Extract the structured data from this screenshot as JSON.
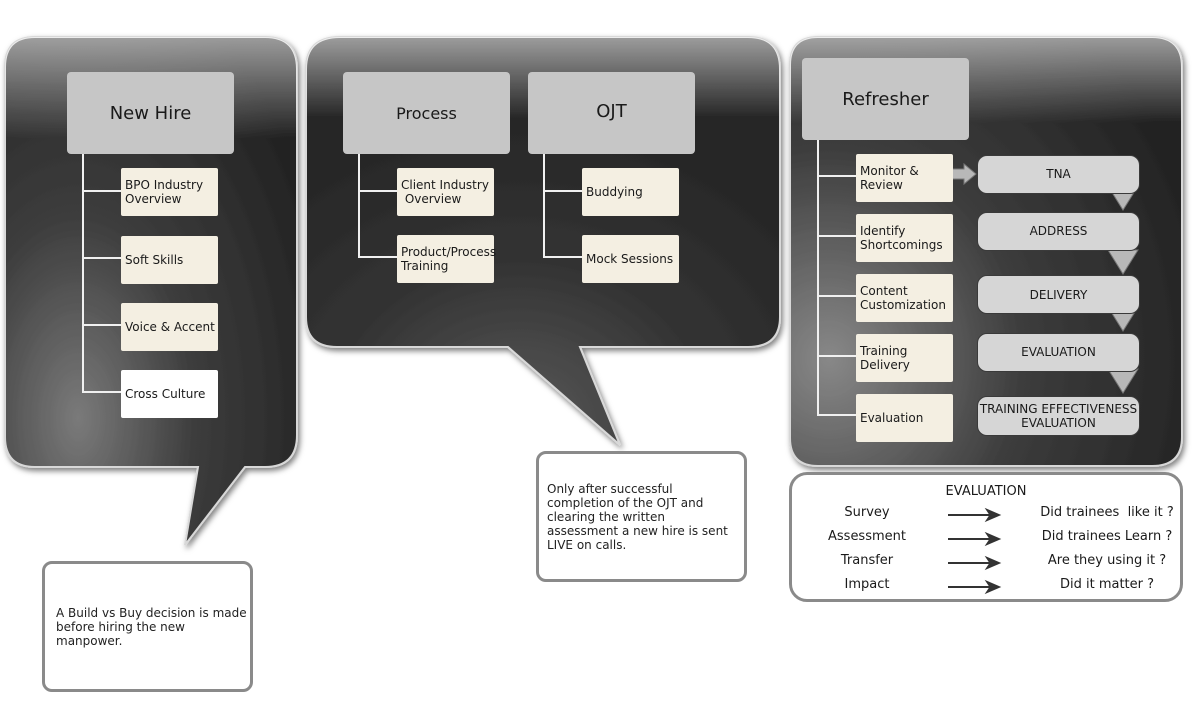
{
  "new_hire": {
    "title": "New Hire",
    "items": [
      "BPO Industry\nOverview",
      "Soft Skills",
      "Voice & Accent",
      "Cross Culture"
    ],
    "note": "A Build vs Buy decision is made\n before hiring the new manpower."
  },
  "process": {
    "title": "Process",
    "items": [
      "Client Industry\n Overview",
      "Product/Process\nTraining"
    ]
  },
  "ojt": {
    "title": "OJT",
    "items": [
      "Buddying",
      "Mock Sessions"
    ],
    "note": "Only after successful completion of the OJT and clearing the written assessment a new hire is sent LIVE on calls."
  },
  "refresher": {
    "title": "Refresher",
    "items": [
      "Monitor &\nReview",
      "Identify\nShortcomings",
      "Content\nCustomization",
      "Training\nDelivery",
      "Evaluation"
    ],
    "steps": [
      "TNA",
      "ADDRESS",
      "DELIVERY",
      "EVALUATION",
      "TRAINING EFFECTIVENESS\nEVALUATION"
    ]
  },
  "evaluation": {
    "title": "EVALUATION",
    "rows": [
      {
        "method": "Survey",
        "arrow": "right-arrow-icon",
        "question": "Did trainees  like it ?"
      },
      {
        "method": "Assessment",
        "arrow": "right-arrow-icon",
        "question": "Did trainees Learn ?"
      },
      {
        "method": "Transfer",
        "arrow": "right-arrow-icon",
        "question": "Are they using it ?"
      },
      {
        "method": "Impact",
        "arrow": "right-arrow-icon",
        "question": "Did it matter ?"
      }
    ]
  },
  "colors": {
    "bubble_dark": "#2a2a2a",
    "bubble_light": "#8a8a8a",
    "header_box": "#c6c6c6",
    "item_box": "#f4efe2",
    "step_box": "#d6d6d6"
  }
}
